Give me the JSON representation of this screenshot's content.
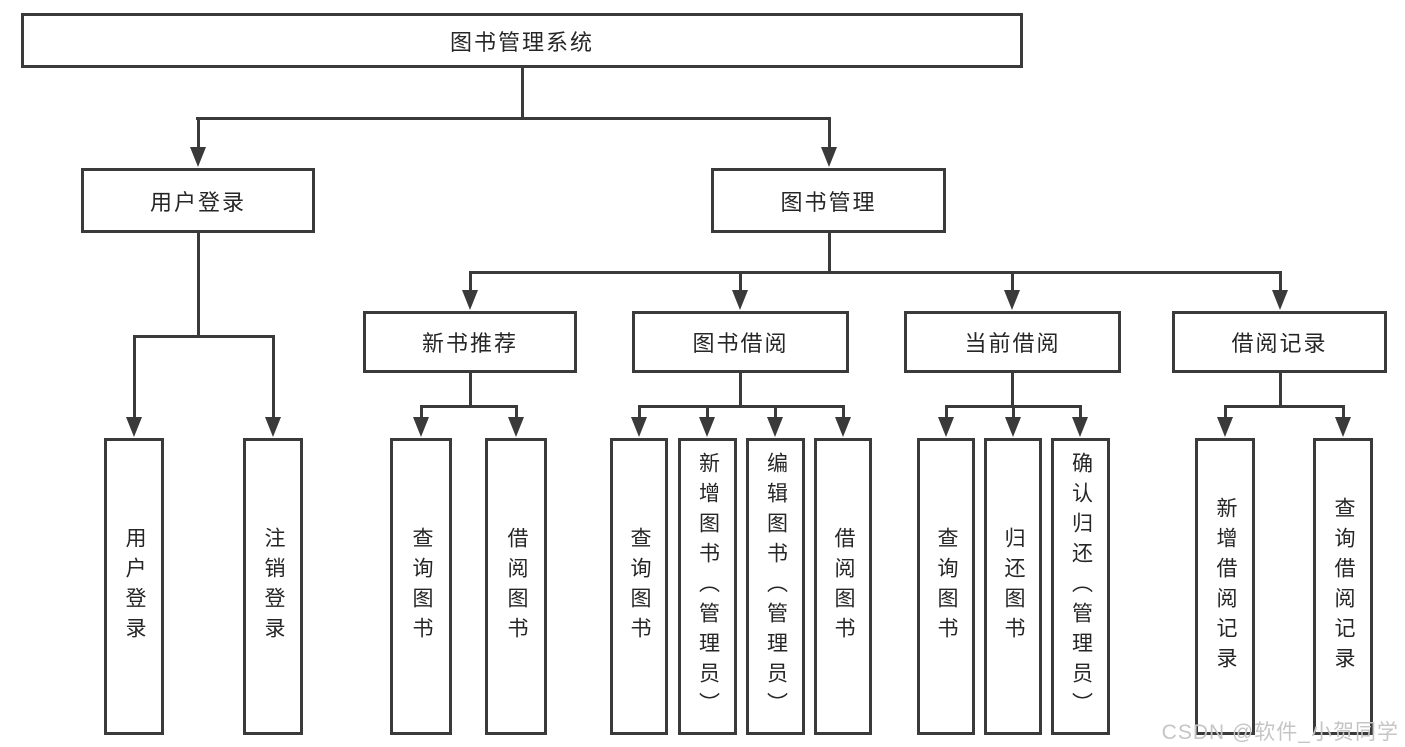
{
  "root_label": "图书管理系统",
  "level2": {
    "user_login": "用户登录",
    "book_mgmt": "图书管理"
  },
  "level3": {
    "new_books": "新书推荐",
    "borrow": "图书借阅",
    "current": "当前借阅",
    "records": "借阅记录"
  },
  "leaves": {
    "user_login": [
      "用户登录",
      "注销登录"
    ],
    "new_books": [
      "查询图书",
      "借阅图书"
    ],
    "borrow": [
      "查询图书",
      "新增图书（管理员）",
      "编辑图书（管理员）",
      "借阅图书"
    ],
    "current": [
      "查询图书",
      "归还图书",
      "确认归还（管理员）"
    ],
    "records": [
      "新增借阅记录",
      "查询借阅记录"
    ]
  },
  "watermark": "CSDN @软件_小贺同学",
  "colors": {
    "line": "#3a3a3a",
    "text": "#262626",
    "watermark": "#c5c5c5",
    "background": "#ffffff"
  }
}
